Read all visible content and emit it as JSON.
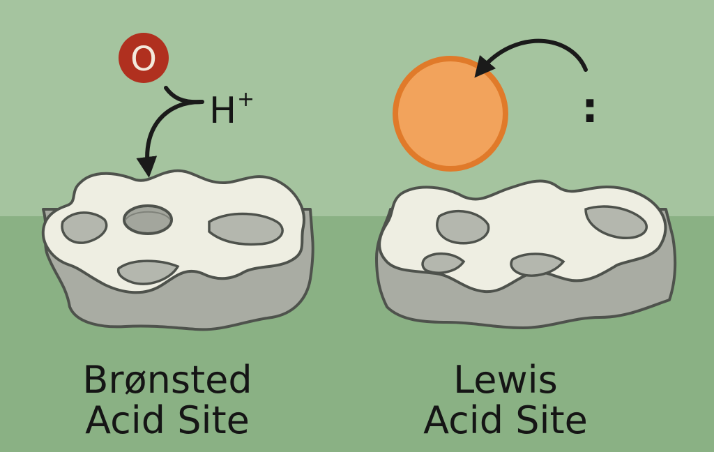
{
  "bronsted": {
    "oxygen_label": "O",
    "proton_label": "H",
    "proton_charge": "+",
    "title_line1": "Brønsted",
    "title_line2": "Acid Site"
  },
  "lewis": {
    "lone_pair_label": ":",
    "title_line1": "Lewis",
    "title_line2": "Acid Site"
  },
  "colors": {
    "background_top": "#a5c49f",
    "background_bottom": "#8ab184",
    "oxygen_fill": "#b0301f",
    "lewis_acid_fill": "#f2a35c",
    "lewis_acid_outline": "#e07a2a",
    "surface_top": "#eeeee2",
    "surface_side": "#a9aca3"
  }
}
